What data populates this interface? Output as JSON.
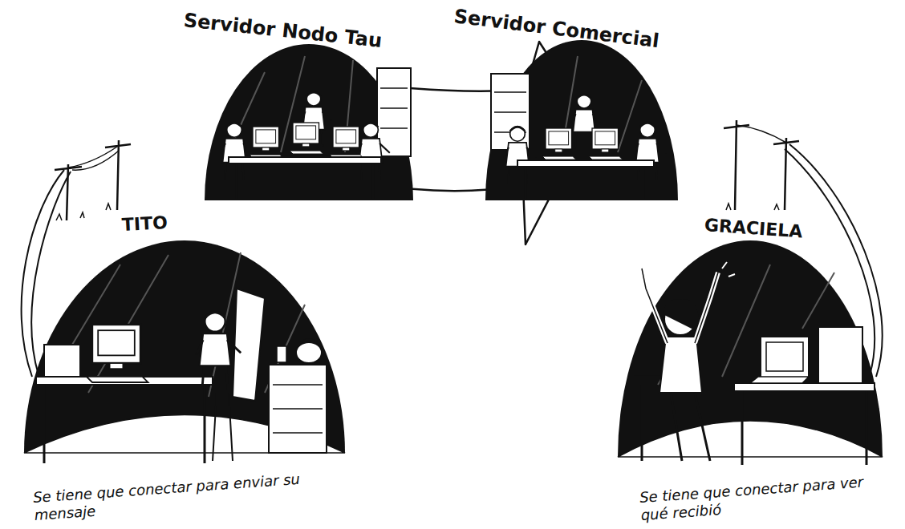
{
  "diagram": {
    "nodes": [
      {
        "text": [
          "TITO",
          "Se tiene que conectar para enviar su mensaje"
        ]
      },
      {
        "text": [
          "Servidor Nodo Tau"
        ]
      },
      {
        "text": [
          "Servidor Comercial"
        ]
      },
      {
        "text": [
          "GRACIELA",
          "Se tiene que conectar para ver qué recibió"
        ]
      }
    ]
  }
}
